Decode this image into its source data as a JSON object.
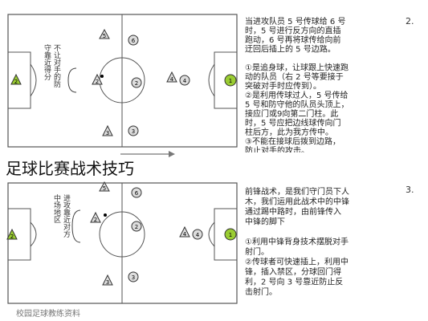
{
  "overlay_title": "足球比赛战术技巧",
  "section_numbers": {
    "top": "2.",
    "bottom": "3."
  },
  "top_text_lines": [
    "当进攻队员 5 号传球给 6 号",
    "时，5 号进行反方向的直插",
    "跑动，6 号再将球传给向前",
    "迂回后插上的 5 号边路。",
    "",
    "①是追身球，让球跟上快速跑",
    "动的队员（右  2 号等要接于",
    "突破对手时应传到）。",
    "②是利用传球过人，5 号传给",
    "5 号和防守他的队员头顶上，",
    "接应门或9向第二门柱。此",
    "时，5 号应把边线球传向门",
    "柱后方，此为我方传中。",
    "③不能在接球后拨到边路，",
    "防止对手的攻击。"
  ],
  "bottom_text_lines": [
    "前锋战术，是我们守门员下人",
    "木，我们运用此战术中的中锋",
    "通过踢中路时，由前锋传入",
    "中锋的脚下",
    "",
    "①利用中锋背身技术摆脱对手",
    "射门。",
    "②传球者可快速插上，利用中",
    "锋，插入禁区，分球回门得",
    "利，2 号向  3 号靠近防止反",
    "击射门。"
  ],
  "top_vertical_label_1": "不让对手的防",
  "top_vertical_label_2": "守靠近得分",
  "bottom_vertical_label_1": "进攻靠近对方",
  "bottom_vertical_label_2": "中场地区",
  "watermark": "校园足球教练资料",
  "players_top": [
    "5",
    "6",
    "2",
    "4",
    "3",
    "1",
    "2"
  ],
  "players_bottom": [
    "5",
    "6",
    "2",
    "4",
    "3",
    "1",
    "2"
  ]
}
